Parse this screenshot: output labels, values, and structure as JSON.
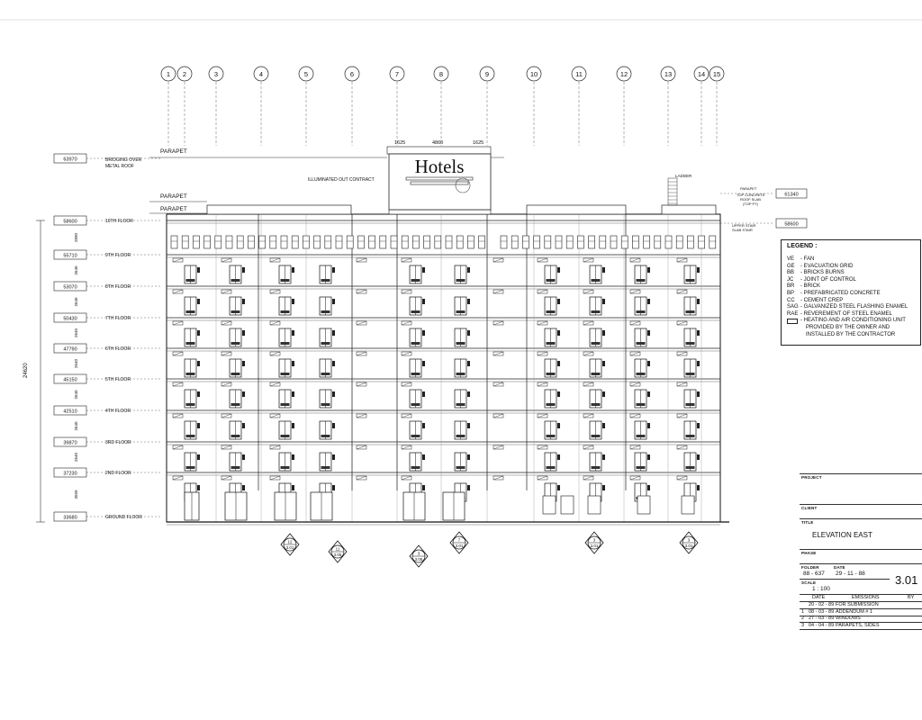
{
  "drawing": {
    "grid_lines": [
      "1",
      "2",
      "3",
      "4",
      "5",
      "6",
      "7",
      "8",
      "9",
      "10",
      "11",
      "12",
      "13",
      "14",
      "15"
    ],
    "sign_text": "Hotels",
    "annotations": {
      "parapet": "PARAPET",
      "bridging": "BRIDGING OVER",
      "metal_roof": "METAL ROOF",
      "illuminated": "ILLUMINATED OUT CONTRACT",
      "ladder": "LADDER",
      "roof_parapet": "PARAPET",
      "roof_slab_1": "TOP CONCRETE",
      "roof_slab_2": "ROOF SLAB",
      "roof_slab_3": "(TOP PT)",
      "upper_stair": "UPPER STAIR",
      "slab_stair": "SLAB STAIR",
      "total_height": "24620"
    },
    "roof_dims": {
      "left": "1625",
      "center": "4860",
      "right": "1625"
    },
    "levels": [
      {
        "elev": "63970",
        "label": "BRIDGING OVER"
      },
      {
        "elev": "58600",
        "label": "10TH FLOOR"
      },
      {
        "elev": "55710",
        "label": "9TH FLOOR"
      },
      {
        "elev": "53070",
        "label": "8TH FLOOR"
      },
      {
        "elev": "50430",
        "label": "7TH FLOOR"
      },
      {
        "elev": "47790",
        "label": "6TH FLOOR"
      },
      {
        "elev": "45150",
        "label": "5TH FLOOR"
      },
      {
        "elev": "42510",
        "label": "4TH FLOOR"
      },
      {
        "elev": "39870",
        "label": "3RD FLOOR"
      },
      {
        "elev": "37230",
        "label": "2ND FLOOR"
      },
      {
        "elev": "33680",
        "label": "GROUND FLOOR"
      }
    ],
    "right_levels": [
      {
        "elev": "61340"
      },
      {
        "elev": "58600"
      }
    ],
    "floor_heights": [
      "2890",
      "2640",
      "2640",
      "2640",
      "2640",
      "2640",
      "2640",
      "2640",
      "3550"
    ],
    "section_markers_bottom": [
      {
        "top": "12",
        "bottom": "3.01"
      },
      {
        "top": "11",
        "bottom": "3.05"
      },
      {
        "top": "3",
        "bottom": "3.05"
      },
      {
        "top": "7",
        "bottom": "3.01"
      },
      {
        "top": "3",
        "bottom": "3.01"
      },
      {
        "top": "3",
        "bottom": "3.01"
      }
    ]
  },
  "legend": {
    "title": "LEGEND :",
    "items": [
      {
        "code": "VE",
        "desc": "- FAN"
      },
      {
        "code": "GE",
        "desc": "- EVACUATION GRID"
      },
      {
        "code": "BB",
        "desc": "- BRICKS BURNS"
      },
      {
        "code": "JC",
        "desc": "- JOINT OF CONTROL"
      },
      {
        "code": "BR",
        "desc": "- BRICK"
      },
      {
        "code": "BP",
        "desc": "- PREFABRICATED CONCRETE"
      },
      {
        "code": "CC",
        "desc": "- CEMENT CREP"
      },
      {
        "code": "SAG",
        "desc": "- GALVANIZED STEEL FLASHING ENAMEL"
      },
      {
        "code": "RAE",
        "desc": "- REVEREMENT OF STEEL ENAMEL"
      },
      {
        "code": "",
        "desc": "- HEATING AND AIR CONDITIONING UNIT"
      },
      {
        "code": "",
        "desc": "PROVIDED BY THE OWNER AND"
      },
      {
        "code": "",
        "desc": "INSTALLED BY THE CONTRACTOR"
      }
    ]
  },
  "title_block": {
    "project_label": "PROJECT",
    "client_label": "CLIENT",
    "title_label": "TITLE",
    "title_value": "ELEVATION EAST",
    "phase_label": "PHASE",
    "folder_label": "FOLDER",
    "folder_value": "88 - 637",
    "date_label": "DATE",
    "date_value": "29 - 11 - 88",
    "sheet_number": "3.01",
    "scale_label": "SCALE",
    "scale_value": "1 : 100",
    "rev_headers": {
      "date": "DATE",
      "emission": "EMISSIONS",
      "by": "BY"
    },
    "revisions": [
      {
        "date": "20 - 02 - 89",
        "desc": "FOR SUBMISSION",
        "mark": ""
      },
      {
        "date": "08 - 03 - 89",
        "desc": "ADDENDUM # 1",
        "mark": "1"
      },
      {
        "date": "27 - 03 - 89",
        "desc": "WINDOWS",
        "mark": "2"
      },
      {
        "date": "04 - 04 - 89",
        "desc": "PARAPETS, SIDES",
        "mark": "3"
      }
    ]
  }
}
